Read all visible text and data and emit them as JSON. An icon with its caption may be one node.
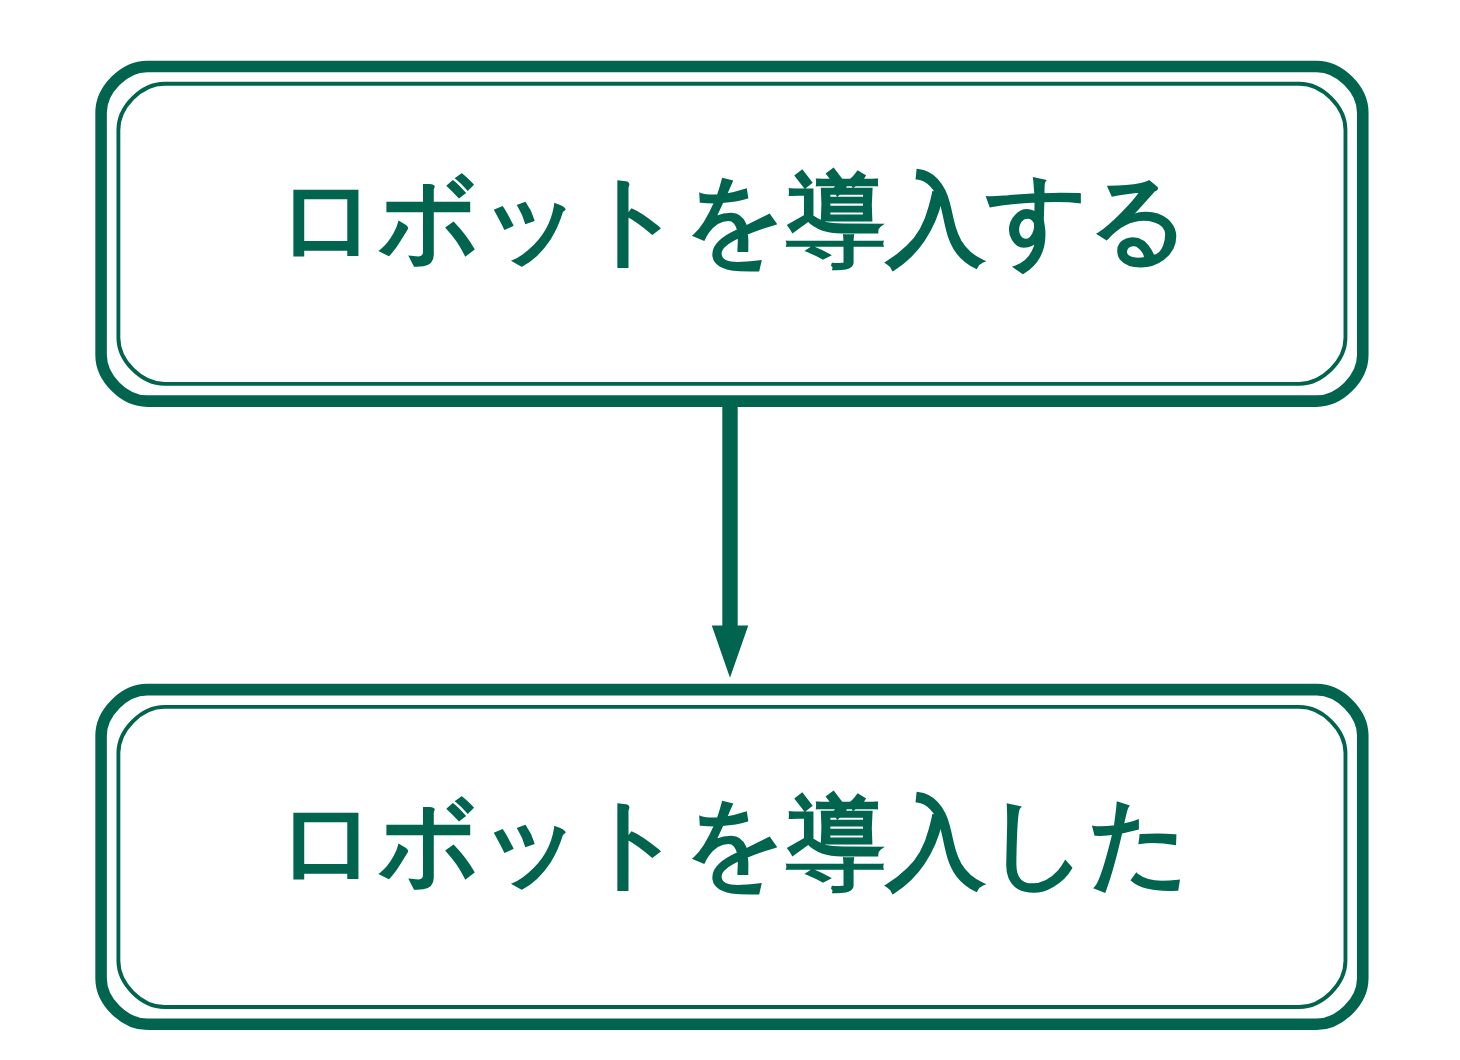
{
  "diagram": {
    "nodes": [
      {
        "text": [
          "ロボットを導入する"
        ]
      },
      {
        "text": [
          "ロボットを導入した"
        ]
      }
    ],
    "edges": [
      {
        "from": 0,
        "to": 1,
        "arrow": "to"
      }
    ]
  }
}
